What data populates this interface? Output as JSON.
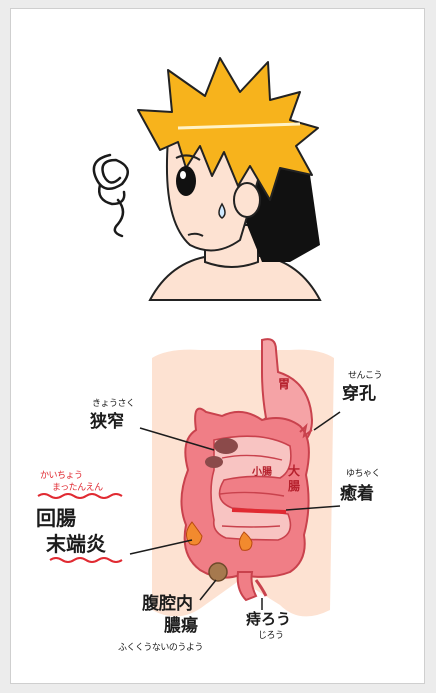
{
  "top_figure": {
    "icon": "confused-scribble-icon"
  },
  "labels": {
    "stomach": "胃",
    "small_intestine": "小腸",
    "large_intestine": "大腸",
    "perforation": {
      "reading": "せんこう",
      "text": "穿孔"
    },
    "stenosis": {
      "reading": "きょうさく",
      "text": "狭窄"
    },
    "adhesion": {
      "reading": "ゆちゃく",
      "text": "癒着"
    },
    "terminal_ileitis": {
      "reading1": "かいちょう",
      "reading2": "まったんえん",
      "line1": "回腸",
      "line2": "末端炎"
    },
    "abscess": {
      "line1": "腹腔内",
      "line2": "膿瘍",
      "reading": "ふくくうないのうよう"
    },
    "fistula": {
      "text": "痔ろう",
      "reading": "じろう"
    }
  },
  "colors": {
    "hair": "#f7b31c",
    "skin": "#fde2d2",
    "colon": "#f07e86",
    "colon_dark": "#c9424d",
    "stomach": "#f5a3a6",
    "small_intestine": "#f8c4c2",
    "flame": "#f28a2e",
    "accent_red": "#e02a32"
  }
}
